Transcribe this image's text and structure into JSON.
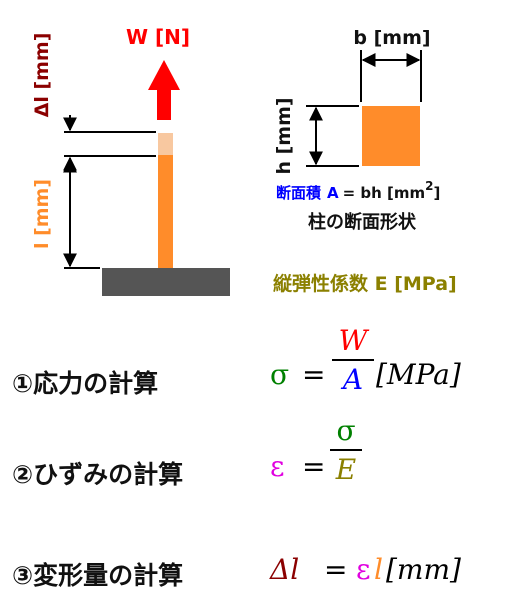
{
  "force_label": "W [N]",
  "delta_l_label": "Δl [mm]",
  "length_label": "l [mm]",
  "width_label": "b [mm]",
  "height_label": "h [mm]",
  "area_prefix": "断面積",
  "area_formula": "A = bh [mm",
  "area_exp": "2",
  "area_suffix": "]",
  "cross_section_title": "柱の断面形状",
  "modulus_label": "縦弾性係数 E [MPa]",
  "steps": {
    "stress": "①応力の計算",
    "strain": "②ひずみの計算",
    "deformation": "③変形量の計算"
  },
  "formulas": {
    "sigma": "σ",
    "eq": "=",
    "W": "W",
    "A": "A",
    "MPa": "[MPa]",
    "epsilon": "ε",
    "E": "E",
    "delta_l": "Δl",
    "l": "l",
    "mm": "[mm]"
  },
  "colors": {
    "force": "#ff0000",
    "delta_l": "#8b0000",
    "length": "#ff8c2a",
    "column": "#ff8c2a",
    "column_ext": "#f8c8a0",
    "base": "#555555",
    "area": "#0000ff",
    "modulus": "#8b8000",
    "sigma": "#008000",
    "epsilon": "#e000e0",
    "W": "#ff0000",
    "A": "#0000ff",
    "E": "#8b8000"
  }
}
